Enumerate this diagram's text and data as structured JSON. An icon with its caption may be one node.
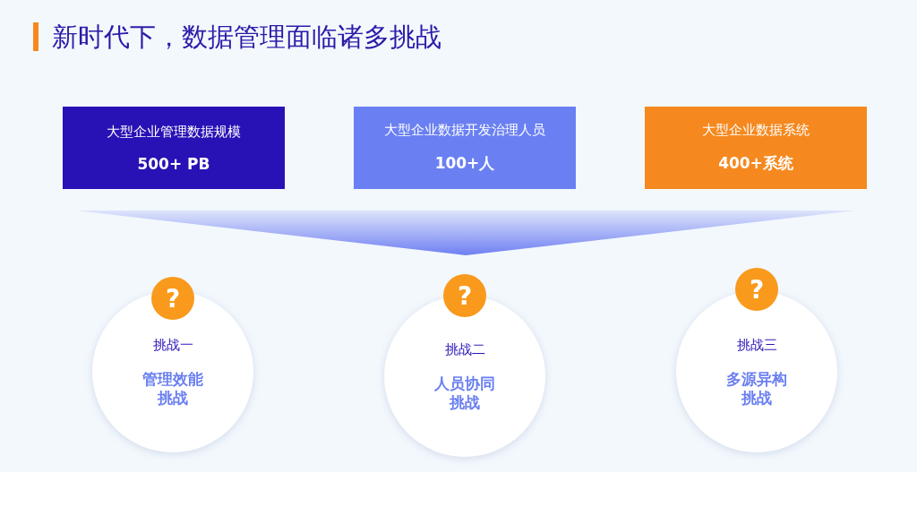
{
  "diagram": {
    "title": "新时代下，数据管理面临诸多挑战",
    "nodes": [
      {
        "text": [
          "大型企业管理数据规模",
          "500+ PB"
        ]
      },
      {
        "text": [
          "大型企业数据开发治理人员",
          "100+人"
        ]
      },
      {
        "text": [
          "大型企业数据系统",
          "400+系统"
        ]
      },
      {
        "text": [],
        "shape": "triangle"
      },
      {
        "text": [
          "?"
        ]
      },
      {
        "text": [
          "挑战一",
          "管理效能挑战"
        ]
      },
      {
        "text": [
          "?"
        ]
      },
      {
        "text": [
          "挑战二",
          "人员协同挑战"
        ]
      },
      {
        "text": [
          "?"
        ]
      },
      {
        "text": [
          "挑战三",
          "多源异构挑战"
        ]
      }
    ],
    "edges": []
  }
}
